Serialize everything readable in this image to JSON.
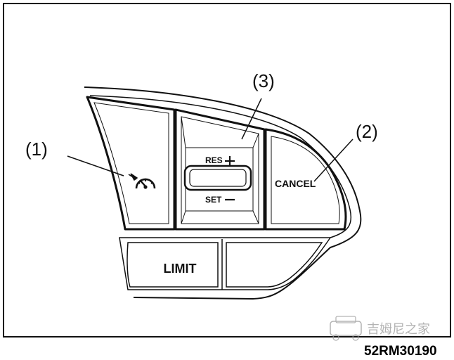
{
  "callouts": {
    "c1": "(1)",
    "c2": "(2)",
    "c3": "(3)"
  },
  "labels": {
    "res": "RES",
    "set": "SET",
    "cancel": "CANCEL",
    "limit": "LIMIT"
  },
  "figure_code": "52RM30190",
  "watermark": {
    "text": "吉姆尼之家"
  },
  "colors": {
    "line": "#111111",
    "panel_fill": "#ffffff",
    "watermark": "#9a9a9a"
  }
}
